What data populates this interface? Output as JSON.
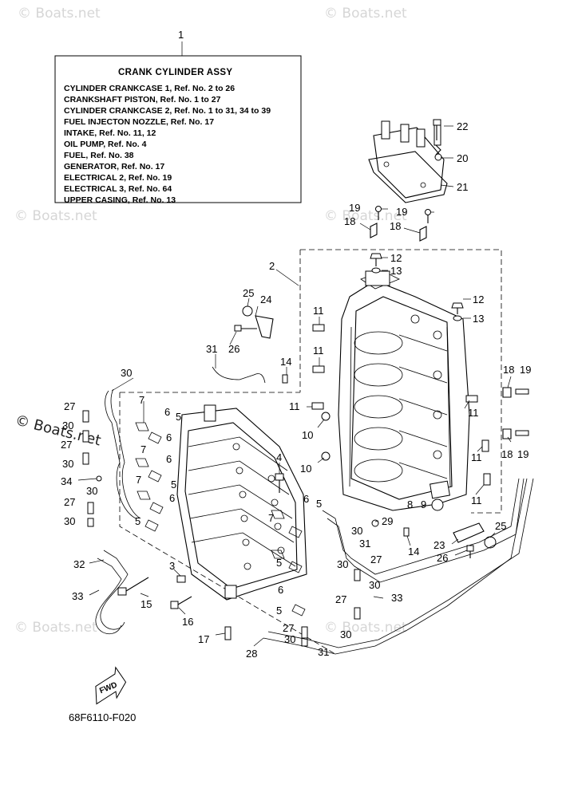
{
  "watermark": "© Boats.net",
  "info_box": {
    "title": "CRANK CYLINDER ASSY",
    "lines": [
      "CYLINDER CRANKCASE 1, Ref. No. 2 to 26",
      "CRANKSHAFT PISTON,   Ref. No. 1 to 27",
      "CYLINDER CRANKCASE 2, Ref. No. 1 to 31, 34 to 39",
      "FUEL INJECTON NOZZLE,   Ref. No. 17",
      "INTAKE, Ref. No. 11, 12",
      "OIL PUMP, Ref. No. 4",
      "FUEL, Ref. No. 38",
      "GENERATOR,  Ref. No. 17",
      "ELECTRICAL 2, Ref. No. 19",
      "ELECTRICAL 3,  Ref. No. 64",
      "UPPER CASING, Ref. No. 13"
    ]
  },
  "callouts": {
    "c1": "1",
    "c2": "2",
    "c3": "3",
    "c4": "4",
    "c5a": "5",
    "c5b": "5",
    "c5c": "5",
    "c5d": "5",
    "c5e": "5",
    "c5f": "5",
    "c6a": "6",
    "c6b": "6",
    "c6c": "6",
    "c6d": "6",
    "c6e": "6",
    "c6f": "6",
    "c7a": "7",
    "c7b": "7",
    "c7c": "7",
    "c7d": "7",
    "c8": "8",
    "c9": "9",
    "c10a": "10",
    "c10b": "10",
    "c11a": "11",
    "c11b": "11",
    "c11c": "11",
    "c11d": "11",
    "c11e": "11",
    "c11f": "11",
    "c12a": "12",
    "c12b": "12",
    "c13a": "13",
    "c13b": "13",
    "c14a": "14",
    "c14b": "14",
    "c15": "15",
    "c16": "16",
    "c17": "17",
    "c18a": "18",
    "c18b": "18",
    "c18c": "18",
    "c18d": "18",
    "c19a": "19",
    "c19b": "19",
    "c19c": "19",
    "c19d": "19",
    "c20": "20",
    "c21": "21",
    "c22": "22",
    "c23": "23",
    "c24": "24",
    "c25a": "25",
    "c25b": "25",
    "c26a": "26",
    "c26b": "26",
    "c27a": "27",
    "c27b": "27",
    "c27c": "27",
    "c27d": "27",
    "c27e": "27",
    "c27f": "27",
    "c28": "28",
    "c29": "29",
    "c30a": "30",
    "c30b": "30",
    "c30c": "30",
    "c30d": "30",
    "c30e": "30",
    "c30f": "30",
    "c30g": "30",
    "c30h": "30",
    "c30i": "30",
    "c30j": "30",
    "c31a": "31",
    "c31b": "31",
    "c31c": "31",
    "c32": "32",
    "c33a": "33",
    "c33b": "33",
    "c34": "34"
  },
  "diagram_code": "68F6110-F020",
  "fwd_label": "FWD"
}
